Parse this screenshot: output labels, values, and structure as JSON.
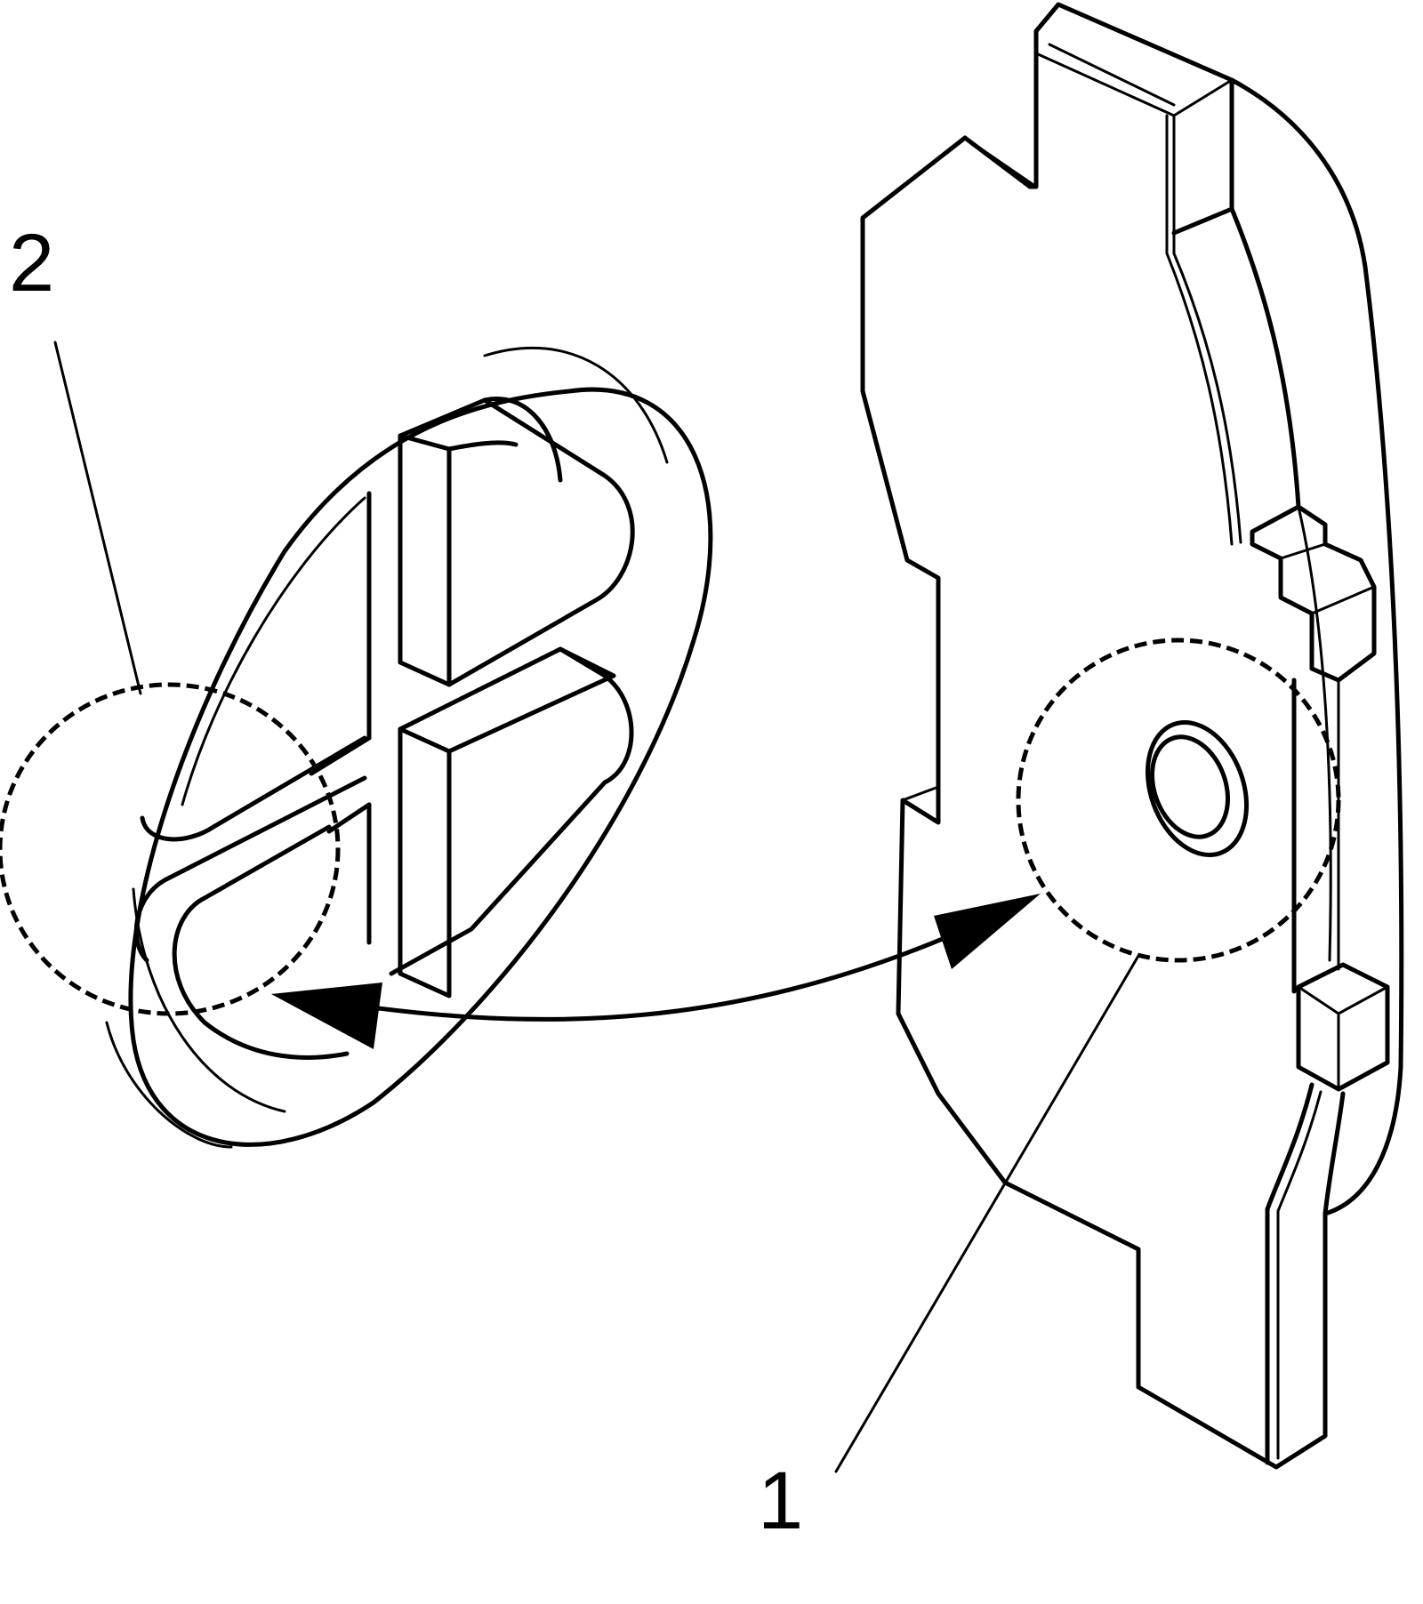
{
  "figure": {
    "callouts": [
      {
        "id": "1",
        "label": "1"
      },
      {
        "id": "2",
        "label": "2"
      }
    ],
    "line_color": "#000000",
    "background_color": "#ffffff"
  }
}
